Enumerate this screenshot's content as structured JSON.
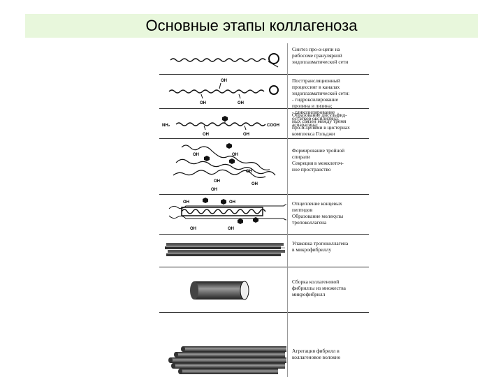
{
  "title": "Основные этапы коллагеноза",
  "labels": {
    "oh": "OH",
    "nh2": "NH₂",
    "cooh": "COOH"
  },
  "stages": [
    {
      "text": "Синтез про-α-цепи на\nрибосоме гранулярной\nэндоплазматической сети"
    },
    {
      "text": "Посттрансляционный\nпроцессинг в каналах\nэндоплазматической сети:\n- гидроксилирование\nпролина и лизина;\n- гликозилирование\nостатков оксилизина,\nаспарагина;"
    },
    {
      "text": "Образование дисульфид-\nных связей между тремя\nпро-α-цепями в цистернах\nкомплекса Гольджи"
    },
    {
      "text": "Формирование тройной\nспирали\nСекреция в межклеточ-\nное пространство"
    },
    {
      "text": "Отщепление концевых\nпептидов\nОбразование молекулы\nтропоколлагена"
    },
    {
      "text": "Упаковка тропоколлагена\nв микрофибриллу"
    },
    {
      "text": "Сборка коллагеновой\nфибриллы из множества\nмикрофибрилл"
    },
    {
      "text": "Агрегация фибрилл в\nколлагеновое волокно"
    }
  ]
}
